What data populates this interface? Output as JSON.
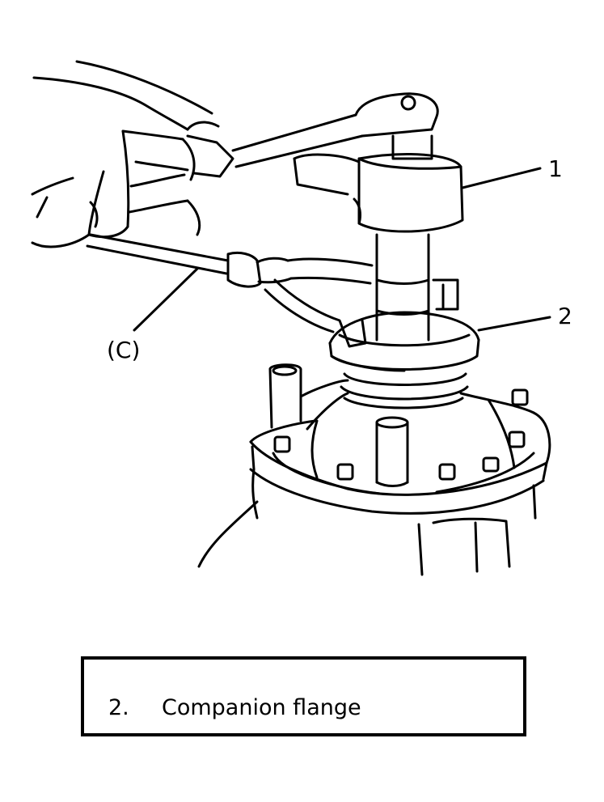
{
  "callouts": {
    "item_1": "1",
    "item_2": "2",
    "tool_c": "(C)"
  },
  "legend": {
    "number": "2.",
    "text": "Companion flange"
  }
}
